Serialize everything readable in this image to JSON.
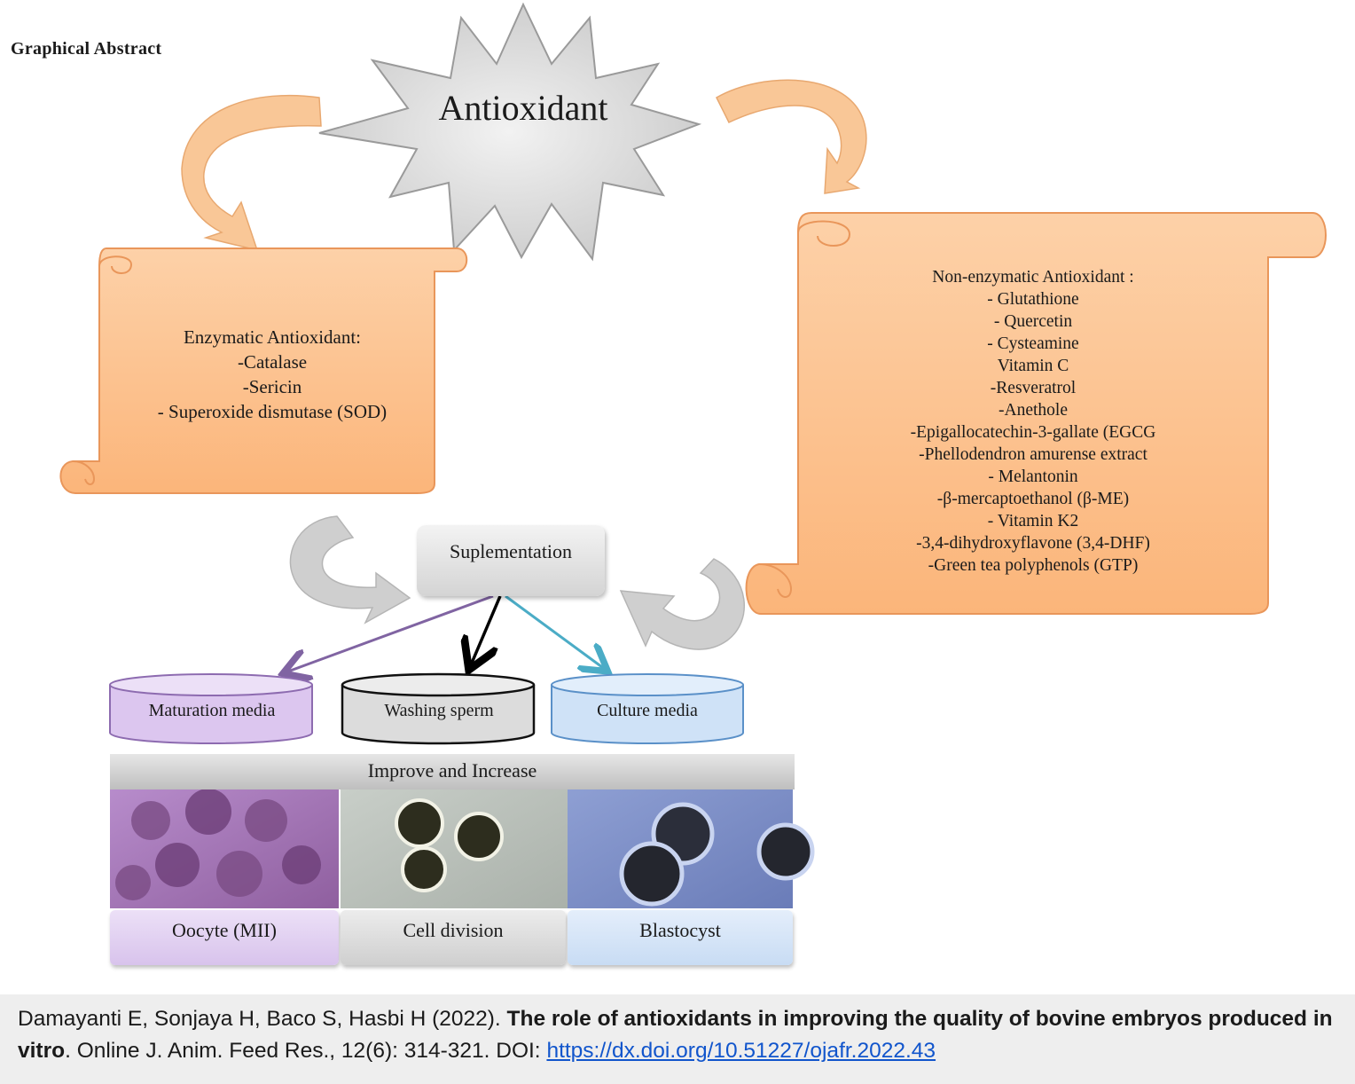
{
  "header": {
    "title": "Graphical Abstract"
  },
  "center": {
    "label": "Antioxidant"
  },
  "enzymatic": {
    "heading": "Enzymatic Antioxidant:",
    "items": [
      "-Catalase",
      "-Sericin",
      "- Superoxide dismutase (SOD)"
    ]
  },
  "non_enzymatic": {
    "heading": "Non-enzymatic  Antioxidant :",
    "items": [
      "- Glutathione",
      "- Quercetin",
      "- Cysteamine",
      "Vitamin C",
      "-Resveratrol",
      "-Anethole",
      "-Epigallocatechin-3-gallate  (EGCG",
      "-Phellodendron  amurense  extract",
      "- Melantonin",
      "-β-mercaptoethanol  (β-ME)",
      "- Vitamin K2",
      "-3,4-dihydroxyflavone  (3,4-DHF)",
      "-Green  tea polyphenols  (GTP)"
    ]
  },
  "supplementation": {
    "label": "Suplementation"
  },
  "media": [
    {
      "label": "Maturation  media",
      "color": "#dcc6ef"
    },
    {
      "label": "Washing  sperm",
      "color": "#dcdcdc"
    },
    {
      "label": "Culture  media",
      "color": "#cfe2f7"
    }
  ],
  "improve": {
    "label": "Improve and Increase"
  },
  "outcomes": [
    {
      "label": "Oocyte (MII)",
      "color": "#dcc6ef"
    },
    {
      "label": "Cell division",
      "color": "#d6d6d6"
    },
    {
      "label": "Blastocyst",
      "color": "#cfe2f7"
    }
  ],
  "colors": {
    "scroll_fill": "#fcc190",
    "scroll_stroke": "#f0a060",
    "star_fill": "#d9d9d9",
    "curved_arrow_top": "#f9c797",
    "curved_arrow_bottom": "#cfcfcf",
    "arrow_purple": "#8064a2",
    "arrow_black": "#000000",
    "arrow_teal": "#4bacc6"
  },
  "citation": {
    "authors": "Damayanti E, Sonjaya H, Baco S, Hasbi H (2022). ",
    "title": "The role of antioxidants in improving the quality of bovine embryos produced in vitro",
    "journal": ". Online J. Anim. Feed Res., 12(6): 314-321. DOI: ",
    "doi": "https://dx.doi.org/10.51227/ojafr.2022.43"
  }
}
